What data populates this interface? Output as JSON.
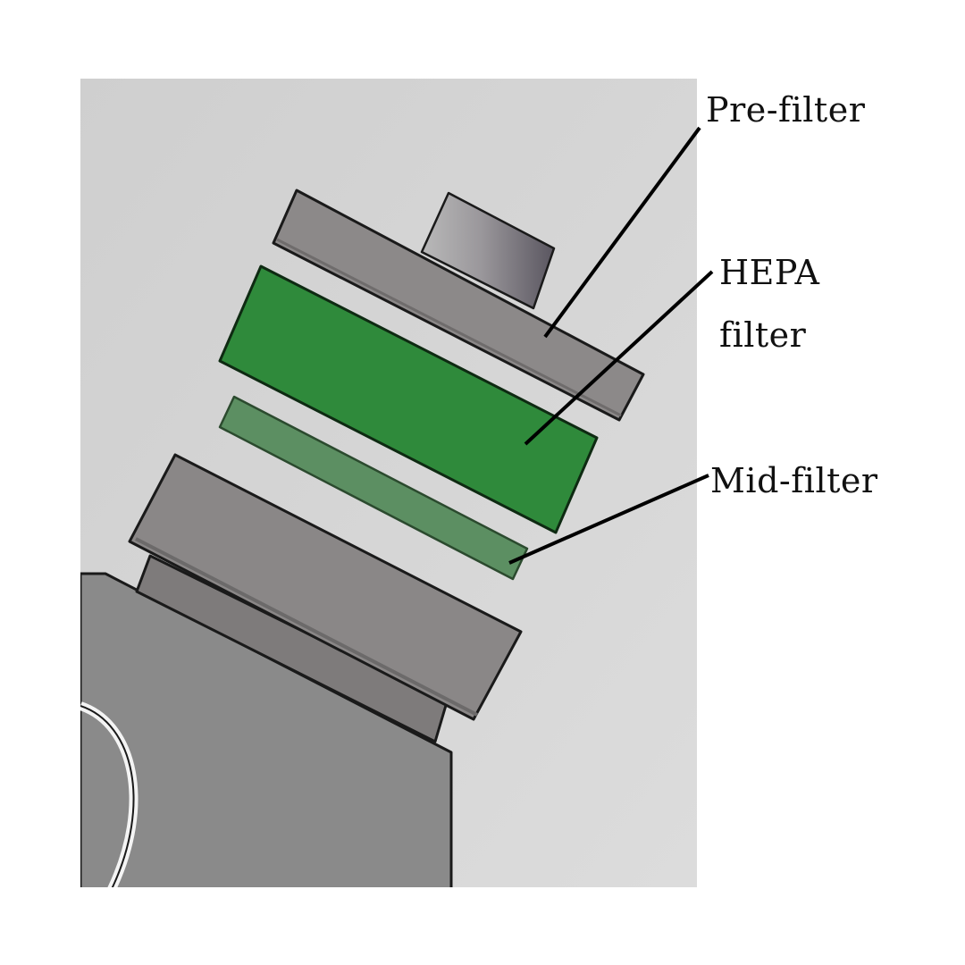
{
  "labels": {
    "pre_filter": "Pre-filter",
    "hepa_line1": "HEPA",
    "hepa_line2": "filter",
    "mid_filter": "Mid-filter"
  },
  "colors": {
    "panel_background": "#d2d2d2",
    "housing_gray": "#8a8a8a",
    "plate_gray": "#8c8989",
    "hepa_green": "#2f8a3b",
    "mid_filter_green": "#5c8f62",
    "leader_line": "#000000"
  }
}
